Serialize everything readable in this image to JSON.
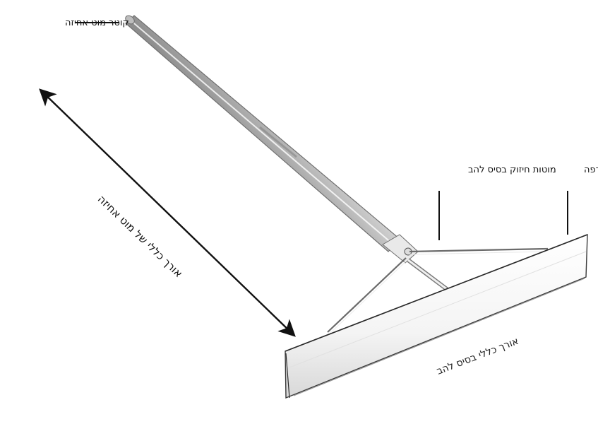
{
  "labels": {
    "handle_diameter": "קוטר מוט אחיזה",
    "handle_length": "אורך כללי של מוט אחיזה",
    "brace_rods": "מוטות חיזוק בסיס להב",
    "rake_blade": "להב מגרפה",
    "blade_length": "אורך כללי בסיס להב"
  },
  "colors": {
    "ink": "#111111",
    "handle_light": "#f2f2f2",
    "handle_shade": "#9a9a9a",
    "blade_fill": "#fbfbfb",
    "blade_edge": "#3a3a3a"
  }
}
